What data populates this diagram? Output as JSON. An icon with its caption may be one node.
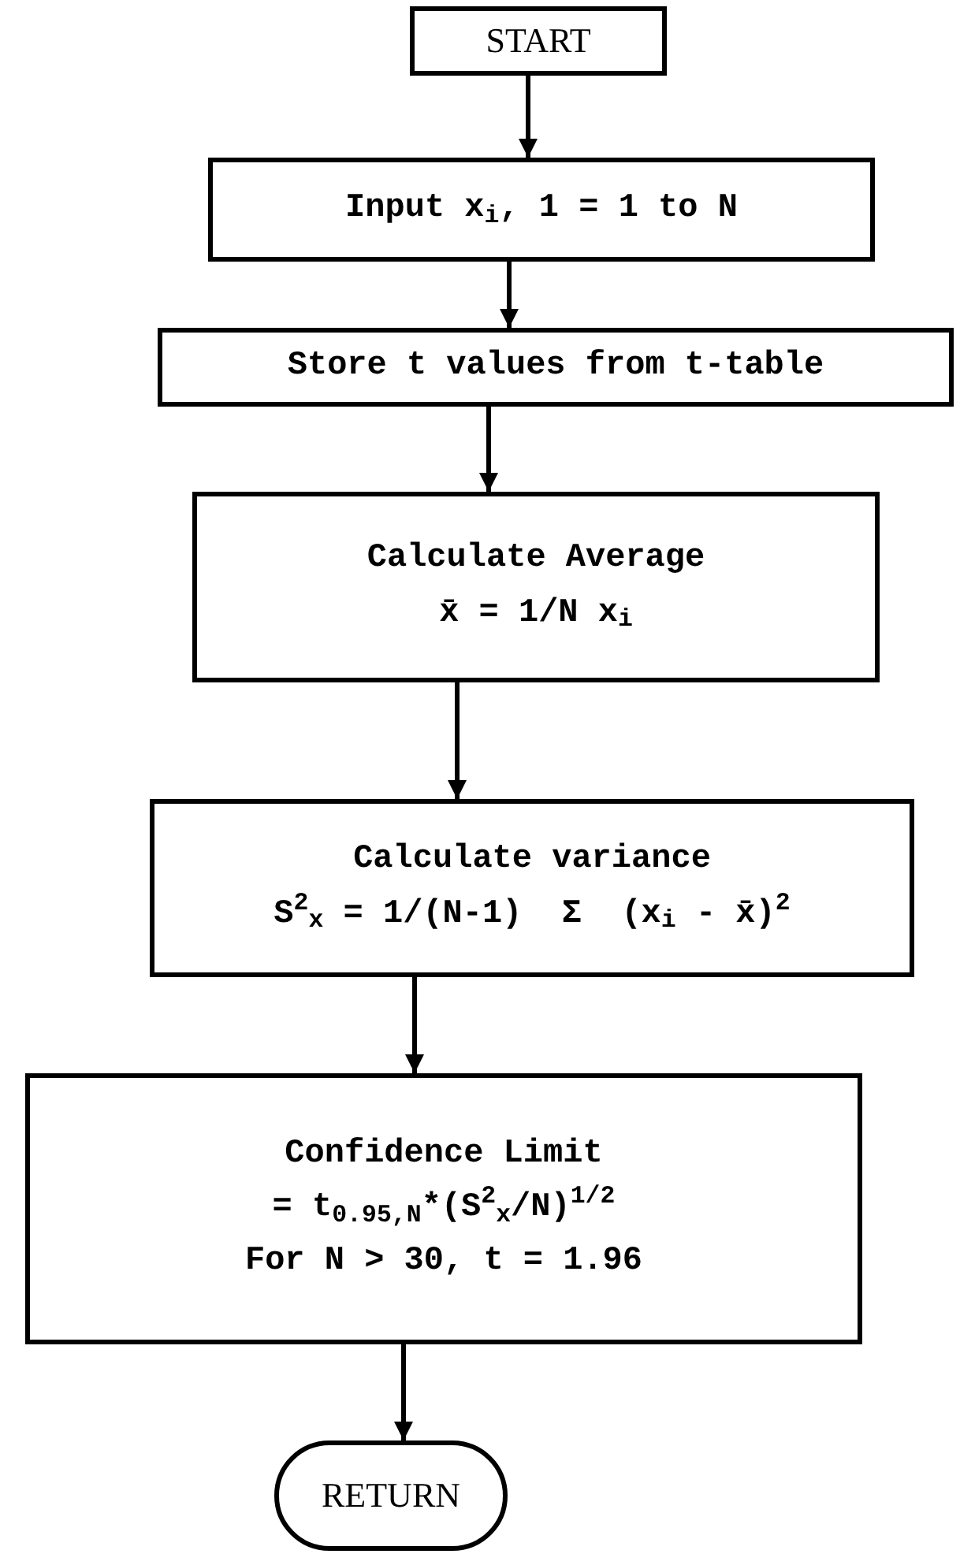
{
  "diagram": {
    "nodes": [
      {
        "text": [
          "START"
        ]
      },
      {
        "text": [
          "Input x$_{i}$, 1 = 1 to N"
        ]
      },
      {
        "text": [
          "Store t values from t-table"
        ]
      },
      {
        "text": [
          "Calculate Average",
          "x̄ = 1/N x$_{i}$"
        ]
      },
      {
        "text": [
          "Calculate variance",
          "S$^{2}$$_{x}$ = 1/(N-1)  Σ  (x$_{i}$ - x̄)$^{2}$"
        ]
      },
      {
        "text": [
          "Confidence Limit",
          "= t$_{0.95,N}$*(S$^{2}$$_{x}$/N)$^{1/2}$",
          "For N > 30, t = 1.96"
        ]
      },
      {
        "text": [
          "RETURN"
        ]
      }
    ],
    "edges": [
      {
        "from": 0,
        "to": 1,
        "arrow": "to"
      },
      {
        "from": 1,
        "to": 2,
        "arrow": "to"
      },
      {
        "from": 2,
        "to": 3,
        "arrow": "to"
      },
      {
        "from": 3,
        "to": 4,
        "arrow": "to"
      },
      {
        "from": 4,
        "to": 5,
        "arrow": "to"
      },
      {
        "from": 5,
        "to": 6,
        "arrow": "to"
      }
    ]
  }
}
